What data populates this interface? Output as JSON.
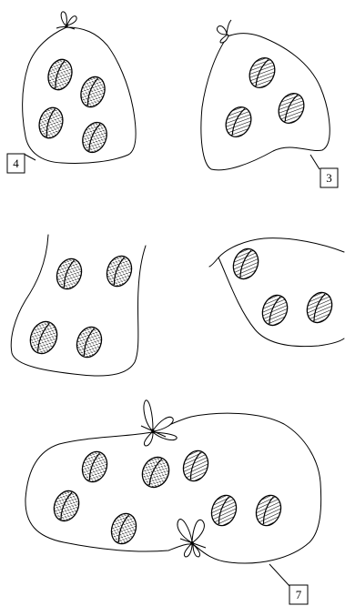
{
  "figure": {
    "callout_labels": [
      "4",
      "3",
      "7"
    ],
    "groups": [
      {
        "label": "4",
        "bean_count": 4,
        "bean_style": "dashed",
        "ties": 1
      },
      {
        "label": "3",
        "bean_count": 3,
        "bean_style": "hatched",
        "ties": 1
      },
      {
        "label": "",
        "bean_count": 4,
        "bean_style": "dashed",
        "ties": 0
      },
      {
        "label": "",
        "bean_count": 3,
        "bean_style": "hatched",
        "ties": 0
      },
      {
        "label": "7",
        "bean_count": 7,
        "bean_style": "mixed",
        "ties": 2
      }
    ]
  },
  "colors": {
    "stroke": "#000000",
    "background": "#ffffff"
  },
  "icons": {
    "tie": "bow-tie-icon",
    "bean": "seed-icon"
  }
}
